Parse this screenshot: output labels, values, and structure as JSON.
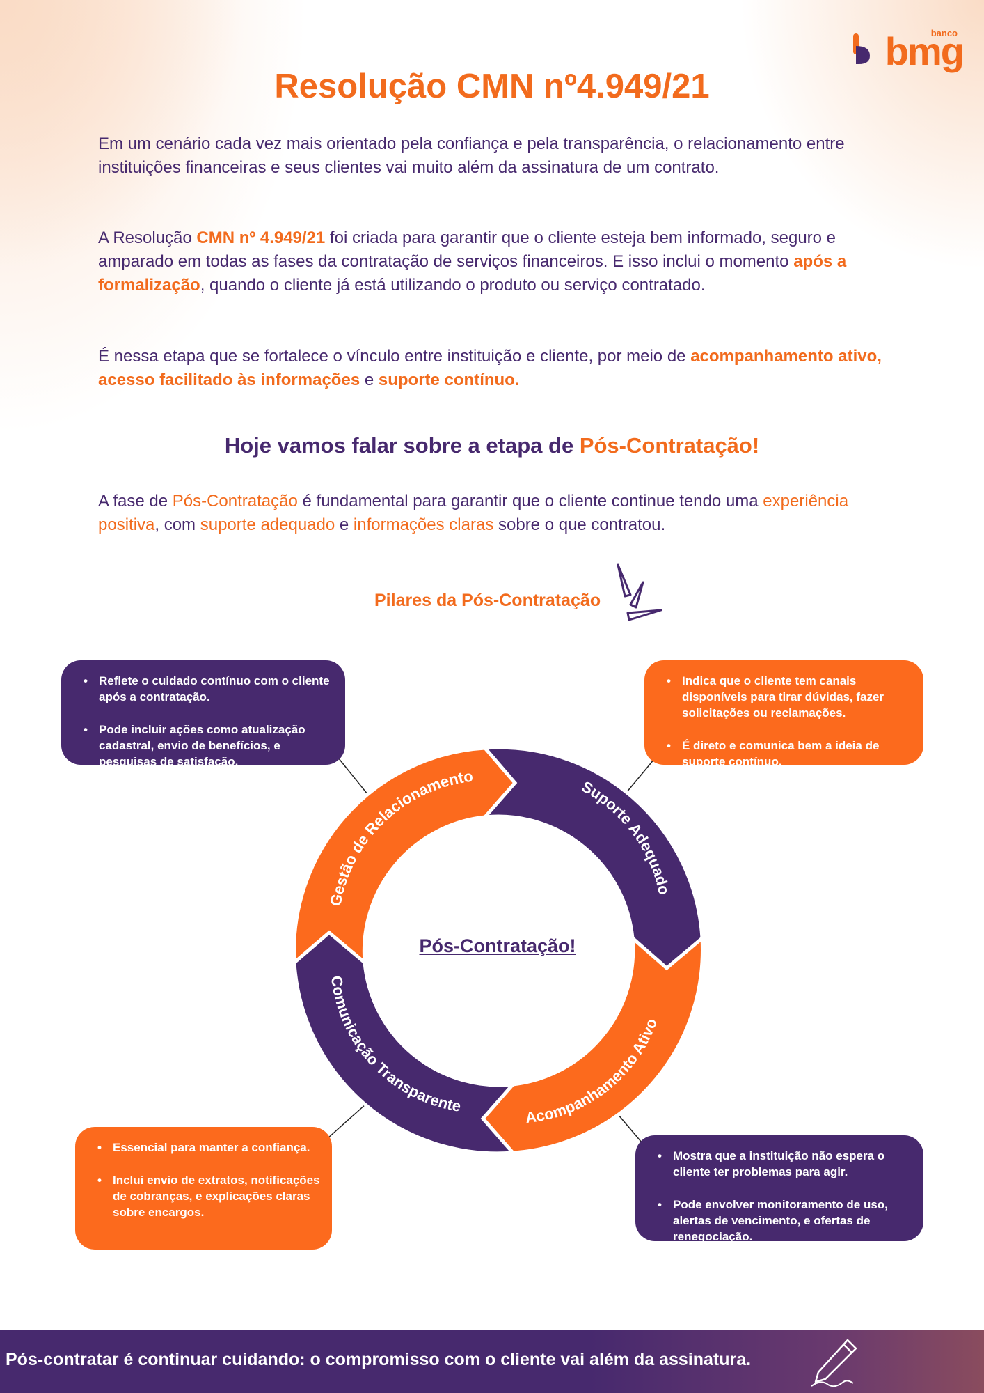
{
  "logo": {
    "small": "banco",
    "big": "bmg"
  },
  "title": "Resolução CMN nº4.949/21",
  "intro": {
    "p1": "Em um cenário cada vez mais orientado pela confiança e pela transparência, o relacionamento entre instituições financeiras e seus clientes vai muito além da assinatura de um contrato.",
    "p2_a": "A Resolução ",
    "p2_b": "CMN nº 4.949/21",
    "p2_c": " foi criada para garantir que o cliente esteja bem informado, seguro e amparado em todas as fases da contratação de serviços financeiros. E isso inclui o momento ",
    "p2_d": "após a formalização",
    "p2_e": ", quando o cliente já está utilizando o produto ou serviço contratado.",
    "p3_a": "É nessa etapa que se fortalece o vínculo entre instituição e cliente, por meio de ",
    "p3_b": "acompanhamento ativo, acesso facilitado às informações",
    "p3_c": " e ",
    "p3_d": "suporte contínuo."
  },
  "subtitle": {
    "a": "Hoje vamos falar sobre a etapa de ",
    "b": "Pós-Contratação!"
  },
  "phase": {
    "a": "A fase de ",
    "b": "Pós-Contratação",
    "c": " é fundamental para garantir que o cliente continue tendo uma ",
    "d": "experiência positiva",
    "e": ", com ",
    "f": "suporte adequado",
    "g": " e ",
    "h": "informações claras",
    "i": " sobre o que contratou."
  },
  "pillars_title": "Pilares da Pós-Contratação",
  "center": "Pós-Contratação!",
  "segments": {
    "gestao": "Gestão de Relacionamento",
    "suporte": "Suporte Adequado",
    "acompanhamento": "Acompanhamento Ativo",
    "comunicacao": "Comunicação Transparente"
  },
  "boxes": {
    "top_left": [
      "Reflete o cuidado contínuo com o cliente após a contratação.",
      "Pode incluir ações como atualização cadastral, envio de benefícios, e pesquisas de satisfação."
    ],
    "top_right": [
      "Indica que o cliente tem canais disponíveis para tirar dúvidas, fazer solicitações ou reclamações.",
      "É direto e comunica bem a ideia de suporte contínuo."
    ],
    "bottom_left": [
      "Essencial para manter a confiança.",
      "Inclui envio de extratos, notificações de cobranças, e explicações claras sobre encargos."
    ],
    "bottom_right": [
      "Mostra que a instituição não espera o cliente ter problemas para agir.",
      "Pode envolver monitoramento de uso, alertas de vencimento, e ofertas de renegociação."
    ]
  },
  "footer": "Pós-contratar é continuar cuidando: o compromisso com o cliente vai além da assinatura.",
  "colors": {
    "orange": "#f26b1d",
    "purple": "#47296e"
  }
}
